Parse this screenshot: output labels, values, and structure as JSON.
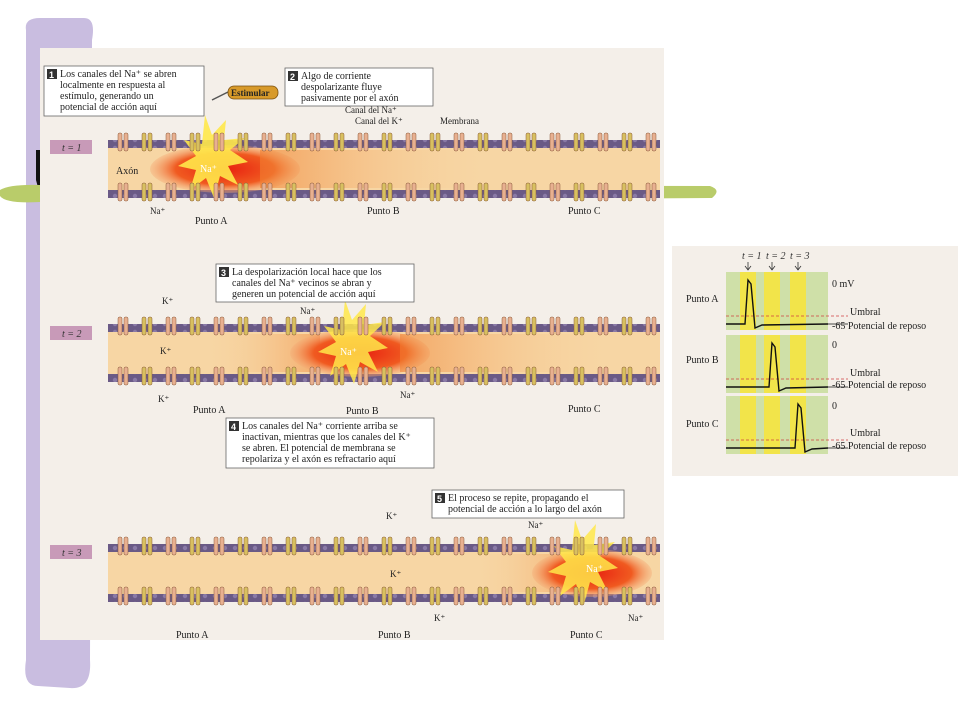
{
  "timesteps": [
    {
      "label": "t = 1"
    },
    {
      "label": "t = 2"
    },
    {
      "label": "t = 3"
    }
  ],
  "stimulus_label": "Estimular",
  "labels": {
    "axon": "Axón",
    "na": "Na⁺",
    "k": "K⁺",
    "na_channel": "Canal del Na⁺",
    "k_channel": "Canal del K⁺",
    "membrane": "Membrana",
    "point_a": "Punto A",
    "point_b": "Punto B",
    "point_c": "Punto C"
  },
  "callouts": [
    {
      "num": "1",
      "lines": [
        "Los canales del Na⁺ se abren",
        "localmente en respuesta al",
        "estímulo, generando un",
        "potencial de acción aquí"
      ]
    },
    {
      "num": "2",
      "lines": [
        "Algo de corriente",
        "despolarizante fluye",
        "pasivamente por el axón"
      ]
    },
    {
      "num": "3",
      "lines": [
        "La despolarización local hace que los",
        "canales del Na⁺ vecinos se abran y",
        "generen un potencial de acción aquí"
      ]
    },
    {
      "num": "4",
      "lines": [
        "Los canales del Na⁺ corriente arriba se",
        "inactivan, mientras que los canales del K⁺",
        "se abren. El potencial de membrana se",
        "repolariza y el axón es refractario aquí"
      ]
    },
    {
      "num": "5",
      "lines": [
        "El proceso se repite, propagando el",
        "potencial de acción a lo largo del axón"
      ]
    }
  ],
  "graph": {
    "time_labels": [
      "t = 1",
      "t = 2",
      "t = 3"
    ],
    "rows": [
      {
        "point": "Punto A",
        "top": "0 mV",
        "umbral": "Umbral",
        "rest": "-65  Potencial de reposo"
      },
      {
        "point": "Punto B",
        "top": "0",
        "umbral": "Umbral",
        "rest": "-65 Potencial de reposo"
      },
      {
        "point": "Punto C",
        "top": "0",
        "umbral": "Umbral",
        "rest": "-65  Potencial de reposo"
      }
    ]
  },
  "colors": {
    "slide_accent": "#c9bde0",
    "bar_accent": "#b9cc6a",
    "axon_fill": "#f7d6a4",
    "membrane": "#6a5a86",
    "na_channel": "#e8b090",
    "k_channel": "#d8c060",
    "hot": "#e83010",
    "graph_yellow": "#f2e44a",
    "graph_green": "#cfe0a8"
  }
}
